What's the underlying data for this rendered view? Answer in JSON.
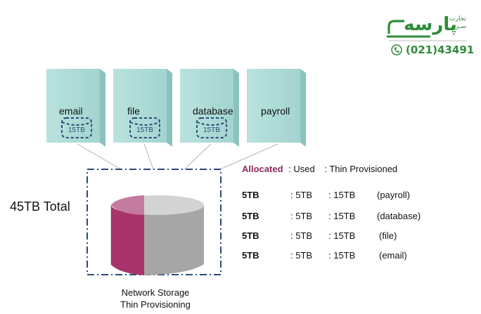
{
  "logo": {
    "brand": "پارسه",
    "sub_line1": "تجارت",
    "sub_line2": "سـرور",
    "phone": "(021)43491",
    "phone_icon": "phone-icon"
  },
  "servers": [
    {
      "label": "email",
      "disk": "15TB"
    },
    {
      "label": "file",
      "disk": "15TB"
    },
    {
      "label": "database",
      "disk": "15TB"
    },
    {
      "label": "payroll",
      "disk": ""
    }
  ],
  "storage": {
    "total": "45TB Total",
    "caption_line1": "Network Storage",
    "caption_line2": "Thin Provisioning"
  },
  "legend": {
    "allocated": "Allocated",
    "used": ": Used",
    "thin": ":  Thin Provisioned"
  },
  "rows": [
    {
      "alloc": "5TB",
      "used": ": 5TB",
      "thin": ":  15TB",
      "name": "(payroll)"
    },
    {
      "alloc": "5TB",
      "used": ": 5TB",
      "thin": ":  15TB",
      "name": "(database)"
    },
    {
      "alloc": "5TB",
      "used": ": 5TB",
      "thin": ":  15TB",
      "name": "(file)"
    },
    {
      "alloc": "5TB",
      "used": ": 5TB",
      "thin": ":  15TB",
      "name": "(email)"
    }
  ],
  "colors": {
    "server_front": "#aedad6",
    "server_side": "#8fc4c0",
    "server_top": "#c6e6e3",
    "disk_border": "#2b4a78",
    "dash_border": "#2b4a78",
    "allocated": "#8b2a5a",
    "cyl_used": "#a8346a",
    "cyl_used_top": "#c57aa0",
    "cyl_free": "#a6a6a6",
    "cyl_free_top": "#d2d2d2",
    "brand": "#2e8b3a"
  }
}
